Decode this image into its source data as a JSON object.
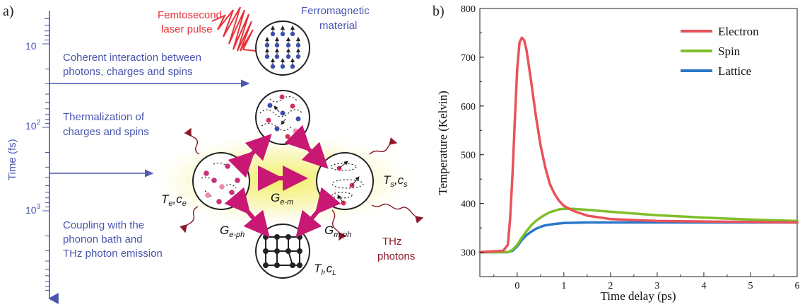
{
  "panel_a": {
    "label": "a)",
    "laser_label_1": "Femtosecond",
    "laser_label_2": "laser pulse",
    "material_label_1": "Ferromagnetic",
    "material_label_2": "material",
    "time_axis_label": "Time (fs)",
    "time_ticks": [
      "10",
      "10",
      "2",
      "10",
      "3"
    ],
    "stage1_line1": "Coherent interaction between",
    "stage1_line2": "photons, charges and spins",
    "stage2_line1": "Thermalization of",
    "stage2_line2": "charges and spins",
    "stage3_line1": "Coupling with the",
    "stage3_line2": "phonon bath and",
    "stage3_line3": "THz photon emission",
    "Te": "T",
    "Te_sub": "e",
    "ce": "c",
    "ce_sub": "e",
    "Ts": "T",
    "Ts_sub": "s",
    "cs": "c",
    "cs_sub": "s",
    "Tl": "T",
    "Tl_sub": "l",
    "cL": "c",
    "cL_sub": "L",
    "Gem": "G",
    "Gem_sub": "e-m",
    "Geph": "G",
    "Geph_sub": "e-ph",
    "Gmph": "G",
    "Gmph_sub": "m-ph",
    "thz_1": "THz",
    "thz_2": "photons",
    "colors": {
      "blue": "#4a55b0",
      "red": "#e8323a",
      "darkred": "#8c1a2a",
      "magenta": "#c81874",
      "glow": "#f4f07a"
    }
  },
  "panel_b": {
    "label": "b)"
  },
  "chart_data": {
    "type": "line",
    "xlabel": "Time delay (ps)",
    "ylabel": "Temperature (Kelvin)",
    "xlim": [
      -0.8,
      6
    ],
    "ylim": [
      250,
      800
    ],
    "x_ticks": [
      "0",
      "1",
      "2",
      "3",
      "4",
      "5",
      "6"
    ],
    "y_ticks": [
      "300",
      "400",
      "500",
      "600",
      "700",
      "800"
    ],
    "legend_position": "top-right",
    "grid": false,
    "series": [
      {
        "name": "Electron",
        "color": "#e8525a",
        "x": [
          -0.8,
          -0.3,
          -0.2,
          -0.15,
          -0.1,
          -0.05,
          0.0,
          0.05,
          0.1,
          0.15,
          0.2,
          0.3,
          0.4,
          0.5,
          0.6,
          0.7,
          0.8,
          0.9,
          1.0,
          1.2,
          1.5,
          2.0,
          3.0,
          4.0,
          5.0,
          6.0
        ],
        "y": [
          300,
          303,
          315,
          370,
          460,
          570,
          675,
          730,
          740,
          735,
          715,
          650,
          580,
          520,
          475,
          440,
          420,
          405,
          395,
          385,
          375,
          368,
          364,
          363,
          362,
          361
        ]
      },
      {
        "name": "Spin",
        "color": "#7fbf2a",
        "x": [
          -0.8,
          -0.2,
          -0.1,
          0.0,
          0.1,
          0.2,
          0.3,
          0.4,
          0.5,
          0.6,
          0.7,
          0.8,
          0.9,
          1.0,
          1.2,
          1.5,
          2.0,
          3.0,
          4.0,
          5.0,
          6.0
        ],
        "y": [
          300,
          300,
          305,
          315,
          330,
          343,
          355,
          364,
          371,
          377,
          382,
          385,
          388,
          389,
          389,
          387,
          383,
          376,
          371,
          367,
          364
        ]
      },
      {
        "name": "Lattice",
        "color": "#2b78c8",
        "x": [
          -0.8,
          -0.2,
          -0.1,
          0.0,
          0.1,
          0.2,
          0.3,
          0.4,
          0.5,
          0.6,
          0.8,
          1.0,
          1.5,
          2.0,
          3.0,
          4.0,
          5.0,
          6.0
        ],
        "y": [
          300,
          300,
          303,
          312,
          325,
          335,
          342,
          348,
          352,
          355,
          358,
          360,
          361,
          361,
          361,
          361,
          361,
          361
        ]
      }
    ]
  }
}
